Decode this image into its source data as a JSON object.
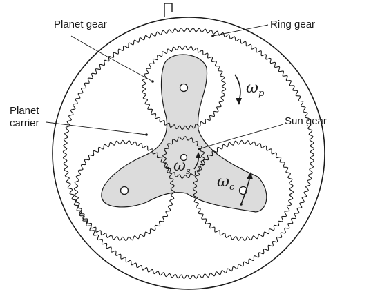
{
  "labels": {
    "planet_gear": "Planet gear",
    "ring_gear": "Ring gear",
    "planet_carrier_line1": "Planet",
    "planet_carrier_line2": "carrier",
    "sun_gear": "Sun gear"
  },
  "symbols": {
    "omega": "ω",
    "omega_planet_sub": "p",
    "omega_sun_sub": "s",
    "omega_carrier_sub": "c"
  },
  "colors": {
    "ink": "#1a1a1a",
    "carrier_fill": "#dcdcdc",
    "background": "#ffffff"
  }
}
